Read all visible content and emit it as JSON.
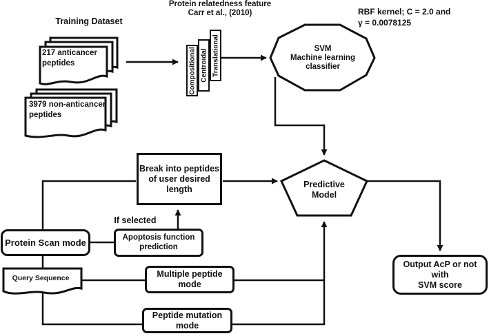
{
  "diagram": {
    "background": "#ffffff",
    "stroke_color": "#111111",
    "training": {
      "title": "Training Dataset",
      "positive_doc": "217 anticancer\npeptides",
      "negative_doc": "3979 non-anticancer\npeptides"
    },
    "features": {
      "title": "Protein relatedness feature\nCarr et al., (2010)",
      "boxes": [
        "Compositional",
        "Centroidal",
        "Translational"
      ]
    },
    "svm": {
      "label": "SVM\nMachine learning\nclassifier",
      "params": "RBF kernel; C = 2.0 and\nγ = 0.0078125"
    },
    "pipeline": {
      "break_peptides": "Break into peptides\nof user desired\nlength",
      "predictive_model": "Predictive\nModel",
      "protein_scan_mode": "Protein Scan mode",
      "if_selected": "If selected",
      "apoptosis": "Apoptosis function\nprediction",
      "query_sequence": "Query Sequence",
      "multiple_peptide_mode": "Multiple peptide\nmode",
      "peptide_mutation_mode": "Peptide mutation\nmode",
      "output": "Output AcP or not with\nSVM score"
    }
  }
}
